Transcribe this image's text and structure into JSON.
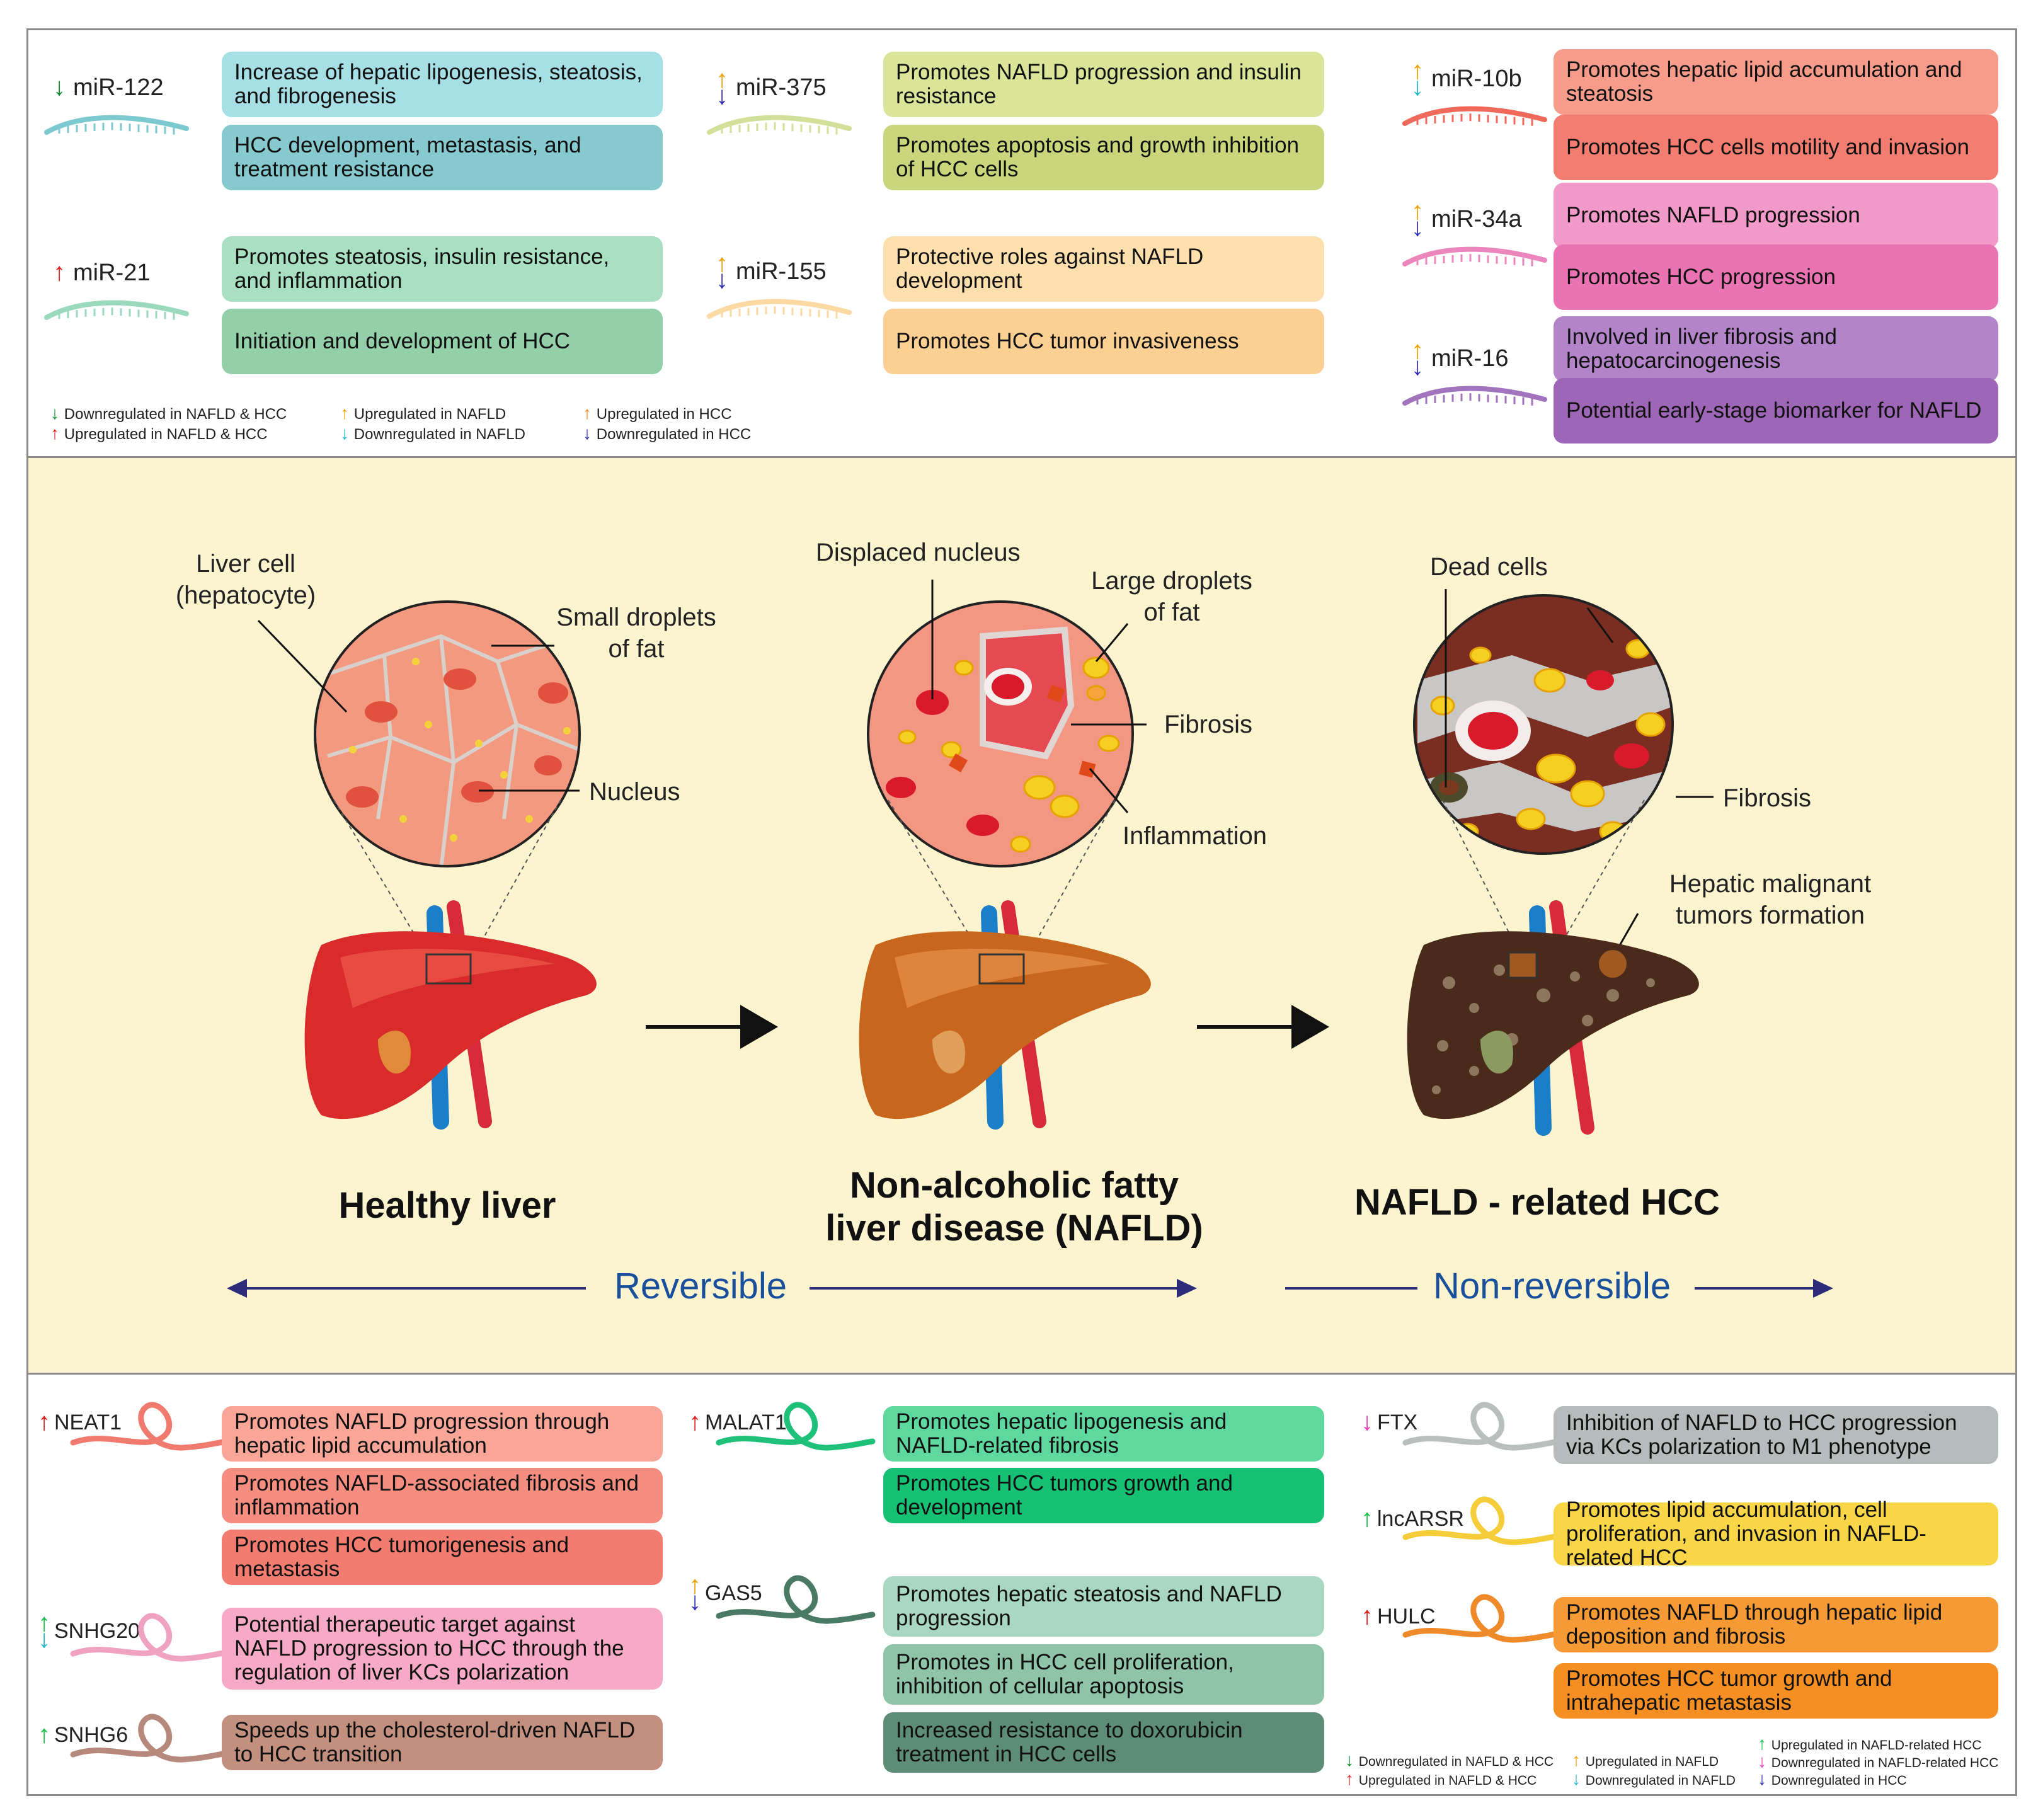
{
  "mirna": [
    {
      "name": "miR-122",
      "arrow": "↓",
      "arrow_colors": [
        "#0a8a2a"
      ],
      "wave_color": "#7cc9cf",
      "boxes": [
        {
          "text": "Increase of hepatic lipogenesis, steatosis, and fibrogenesis",
          "color": "#a6dfe6"
        },
        {
          "text": "HCC development, metastasis, and treatment resistance",
          "color": "#86c9cf"
        }
      ]
    },
    {
      "name": "miR-21",
      "arrow": "↑",
      "arrow_colors": [
        "#e01f1f"
      ],
      "wave_color": "#9bd9bd",
      "boxes": [
        {
          "text": "Promotes steatosis, insulin resistance, and inflammation",
          "color": "#a9e0c2"
        },
        {
          "text": "Initiation and development of HCC",
          "color": "#93cfa9"
        }
      ]
    },
    {
      "name": "miR-375",
      "arrow": "↕",
      "arrow_colors": [
        "#f0a000",
        "#2a2ab8"
      ],
      "wave_color": "#d3e09a",
      "boxes": [
        {
          "text": "Promotes NAFLD progression and insulin resistance",
          "color": "#dbe59a"
        },
        {
          "text": "Promotes apoptosis and growth inhibition of HCC cells",
          "color": "#c9d67c"
        }
      ]
    },
    {
      "name": "miR-155",
      "arrow": "↕",
      "arrow_colors": [
        "#f0a000",
        "#2a2ab8"
      ],
      "wave_color": "#fbd9a3",
      "boxes": [
        {
          "text": "Protective roles against NAFLD development",
          "color": "#fde0ad"
        },
        {
          "text": "Promotes HCC tumor invasiveness",
          "color": "#fccf93"
        }
      ]
    },
    {
      "name": "miR-10b",
      "arrow": "↕",
      "arrow_colors": [
        "#f0a000",
        "#1fb7c9"
      ],
      "wave_color": "#f06a5c",
      "boxes": [
        {
          "text": "Promotes hepatic lipid accumulation and steatosis",
          "color": "#f79b8a"
        },
        {
          "text": "Promotes HCC cells motility and invasion",
          "color": "#f37d70"
        }
      ]
    },
    {
      "name": "miR-34a",
      "arrow": "↕",
      "arrow_colors": [
        "#f0a000",
        "#2a2ab8"
      ],
      "wave_color": "#ec87bd",
      "boxes": [
        {
          "text": "Promotes NAFLD progression",
          "color": "#f199c9"
        },
        {
          "text": "Promotes HCC progression",
          "color": "#ea74b3"
        }
      ]
    },
    {
      "name": "miR-16",
      "arrow": "↕",
      "arrow_colors": [
        "#f0a000",
        "#2a2ab8"
      ],
      "wave_color": "#a274be",
      "boxes": [
        {
          "text": "Involved in liver fibrosis and hepatocarcinogenesis",
          "color": "#b384c9"
        },
        {
          "text": "Potential early-stage biomarker for NAFLD",
          "color": "#9d66b7"
        }
      ]
    }
  ],
  "mir_legend": [
    {
      "arrow": "↓",
      "color": "#0a8a2a",
      "text": "Downregulated in NAFLD & HCC"
    },
    {
      "arrow": "↑",
      "color": "#e01f1f",
      "text": "Upregulated in NAFLD & HCC"
    },
    {
      "arrow": "↑",
      "color": "#f0a000",
      "text": "Upregulated in NAFLD"
    },
    {
      "arrow": "↓",
      "color": "#1fb7c9",
      "text": "Downregulated  in NAFLD"
    },
    {
      "arrow": "↑",
      "color": "#f08a1a",
      "text": "Upregulated in HCC"
    },
    {
      "arrow": "↓",
      "color": "#2a2ab8",
      "text": "Downregulated  in HCC"
    }
  ],
  "stages": {
    "healthy": "Healthy liver",
    "nafld_line1": "Non-alcoholic fatty",
    "nafld_line2": "liver disease (NAFLD)",
    "hcc": "NAFLD - related HCC",
    "reversible": "Reversible",
    "nonreversible": "Non-reversible"
  },
  "annotations": {
    "liver_cell_1": "Liver cell",
    "liver_cell_2": "(hepatocyte)",
    "small_droplets_1": "Small droplets",
    "small_droplets_2": "of fat",
    "nucleus": "Nucleus",
    "displaced_nucleus": "Displaced nucleus",
    "large_droplets_1": "Large droplets",
    "large_droplets_2": "of fat",
    "fibrosis": "Fibrosis",
    "inflammation": "Inflammation",
    "dead_cells": "Dead cells",
    "fibrosis2": "Fibrosis",
    "tumors_1": "Hepatic malignant",
    "tumors_2": "tumors formation"
  },
  "lncrna": [
    {
      "name": "NEAT1",
      "arrow": "↑",
      "arrow_colors": [
        "#e01f1f"
      ],
      "wave_color": "#f07a6e",
      "boxes": [
        {
          "text": "Promotes NAFLD progression through hepatic lipid accumulation",
          "color": "#f9a597"
        },
        {
          "text": "Promotes NAFLD-associated fibrosis and inflammation",
          "color": "#f58d80"
        },
        {
          "text": "Promotes HCC tumorigenesis and metastasis",
          "color": "#f27c70"
        }
      ]
    },
    {
      "name": "SNHG20",
      "arrow": "↕",
      "arrow_colors": [
        "#18c24a",
        "#1fb7c9"
      ],
      "wave_color": "#f0a3c0",
      "boxes": [
        {
          "text": "Potential therapeutic target against NAFLD progression to HCC through the regulation of liver KCs polarization",
          "color": "#f6aac6"
        }
      ]
    },
    {
      "name": "SNHG6",
      "arrow": "↑",
      "arrow_colors": [
        "#18c24a"
      ],
      "wave_color": "#b7887c",
      "boxes": [
        {
          "text": "Speeds up the cholesterol-driven NAFLD to HCC transition",
          "color": "#c3907f"
        }
      ]
    },
    {
      "name": "MALAT1",
      "arrow": "↑",
      "arrow_colors": [
        "#e01f1f"
      ],
      "wave_color": "#1ec07a",
      "boxes": [
        {
          "text": "Promotes hepatic lipogenesis and NAFLD-related fibrosis",
          "color": "#5fd8a0"
        },
        {
          "text": "Promotes HCC tumors growth and development",
          "color": "#16c173"
        }
      ]
    },
    {
      "name": "GAS5",
      "arrow": "↕",
      "arrow_colors": [
        "#f0a000",
        "#2a2ab8"
      ],
      "wave_color": "#4a7a66",
      "boxes": [
        {
          "text": "Promotes hepatic steatosis and NAFLD progression",
          "color": "#a9d7c3"
        },
        {
          "text": "Promotes in HCC cell proliferation, inhibition of cellular apoptosis",
          "color": "#8fc4a8"
        },
        {
          "text": "Increased resistance to doxorubicin treatment in HCC cells",
          "color": "#5d8d76"
        }
      ]
    },
    {
      "name": "FTX",
      "arrow": "↓",
      "arrow_colors": [
        "#e83ab9"
      ],
      "wave_color": "#b9bfbd",
      "boxes": [
        {
          "text": "Inhibition of  NAFLD to HCC progression via KCs polarization to M1 phenotype",
          "color": "#b6bcbc"
        }
      ]
    },
    {
      "name": "lncARSR",
      "arrow": "↑",
      "arrow_colors": [
        "#18c24a"
      ],
      "wave_color": "#f5cd3a",
      "boxes": [
        {
          "text": "Promotes lipid accumulation, cell proliferation, and invasion in NAFLD-related HCC",
          "color": "#f9d648"
        }
      ]
    },
    {
      "name": "HULC",
      "arrow": "↑",
      "arrow_colors": [
        "#e01f1f"
      ],
      "wave_color": "#ef8a2a",
      "boxes": [
        {
          "text": "Promotes NAFLD through hepatic lipid deposition and fibrosis",
          "color": "#f59a35"
        },
        {
          "text": "Promotes HCC tumor growth and intrahepatic metastasis",
          "color": "#f58f24"
        }
      ]
    }
  ],
  "lnc_legend": [
    {
      "arrow": "↓",
      "color": "#0a8a2a",
      "text": "Downregulated in NAFLD & HCC"
    },
    {
      "arrow": "↑",
      "color": "#e01f1f",
      "text": "Upregulated in NAFLD & HCC"
    },
    {
      "arrow": "↑",
      "color": "#f0a000",
      "text": "Upregulated in NAFLD"
    },
    {
      "arrow": "↓",
      "color": "#1fb7c9",
      "text": "Downregulated  in NAFLD"
    },
    {
      "arrow": "↑",
      "color": "#18c24a",
      "text": "Upregulated in NAFLD-related HCC"
    },
    {
      "arrow": "↓",
      "color": "#e83ab9",
      "text": "Downregulated in NAFLD-related HCC"
    },
    {
      "arrow": "↓",
      "color": "#2a2ab8",
      "text": "Downregulated  in HCC"
    }
  ]
}
